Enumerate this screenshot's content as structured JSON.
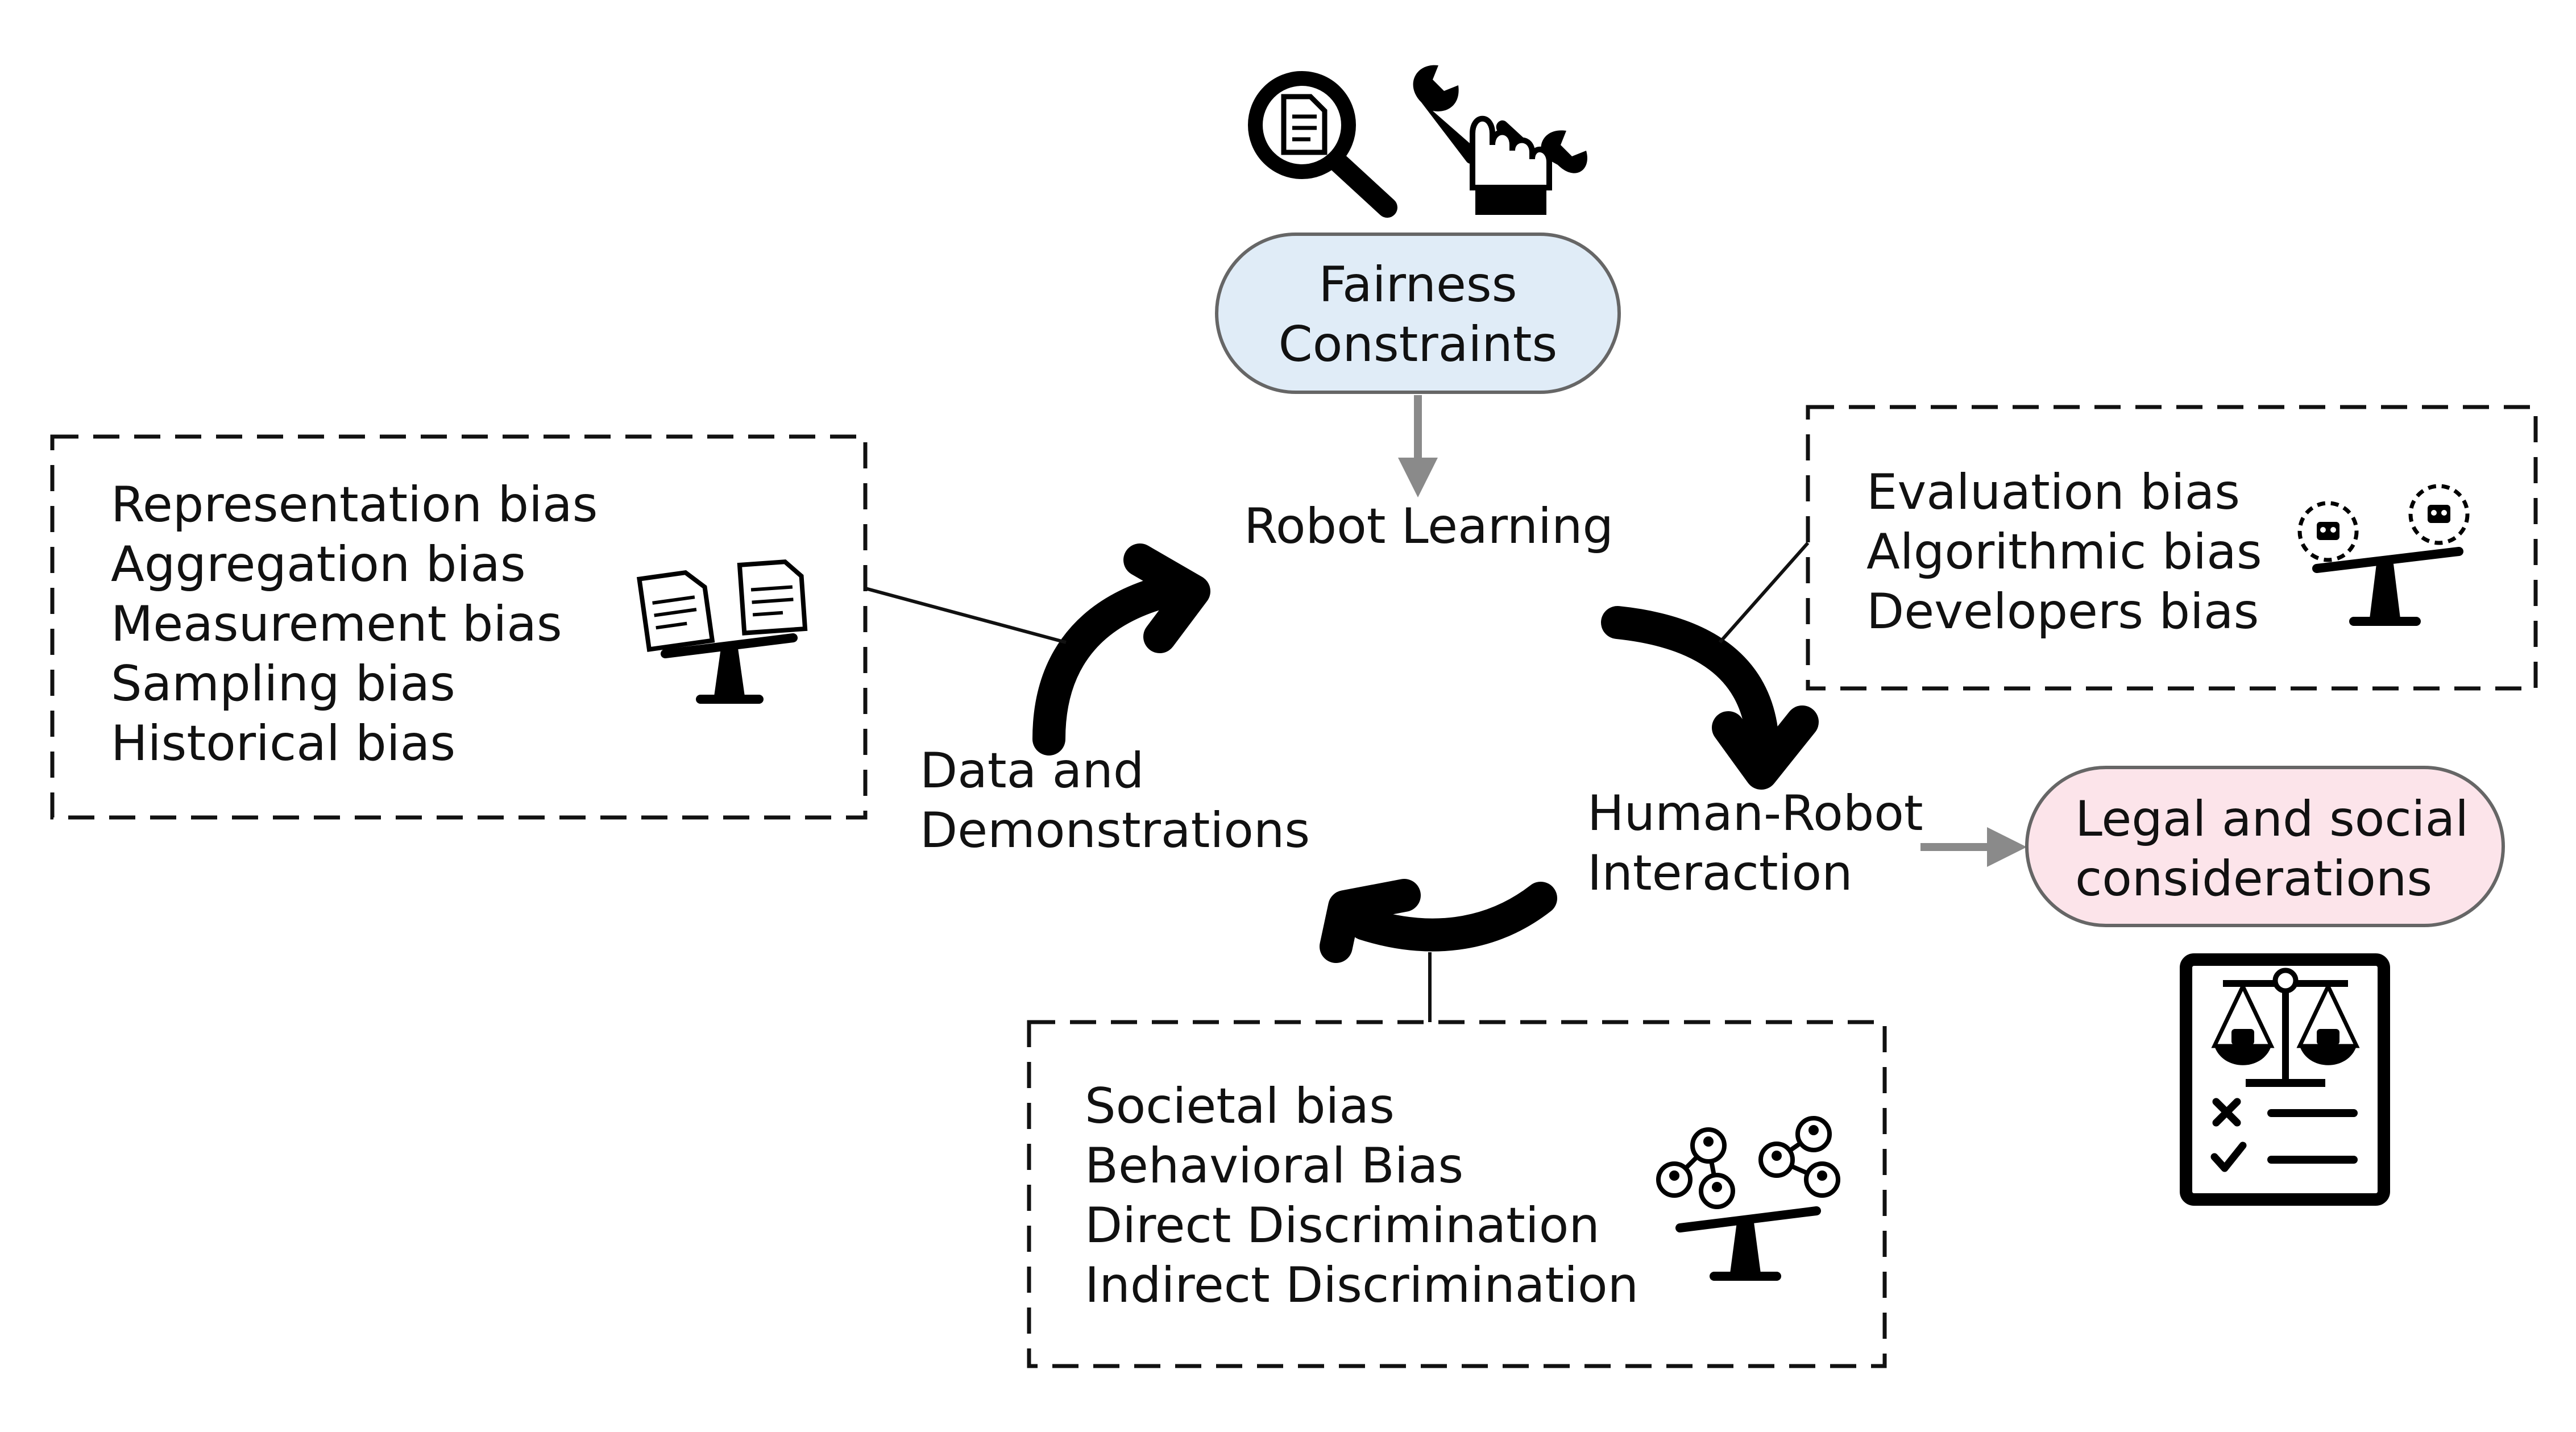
{
  "center": {
    "fairness_constraints": [
      "Fairness",
      "Constraints"
    ],
    "robot_learning": "Robot Learning",
    "data_demonstrations": [
      "Data and",
      "Demonstrations"
    ],
    "human_robot_interaction": [
      "Human-Robot",
      "Interaction"
    ],
    "legal_social": [
      "Legal and social",
      "considerations"
    ]
  },
  "boxes": {
    "data_biases": [
      "Representation bias",
      "Aggregation bias",
      "Measurement bias",
      "Sampling bias",
      "Historical bias"
    ],
    "algorithmic_biases": [
      "Evaluation bias",
      "Algorithmic bias",
      "Developers bias"
    ],
    "interaction_biases": [
      "Societal bias",
      "Behavioral Bias",
      "Direct Discrimination",
      "Indirect Discrimination"
    ]
  },
  "colors": {
    "fairness_fill": "#e0ecf7",
    "legal_fill": "#fce4ea",
    "pill_stroke": "#666666",
    "grey_arrow": "#8a8a8a"
  },
  "icons": [
    "magnifier-document-icon",
    "wrench-hand-icon",
    "documents-balance-icon",
    "robots-balance-icon",
    "people-network-balance-icon",
    "legal-checklist-icon"
  ]
}
